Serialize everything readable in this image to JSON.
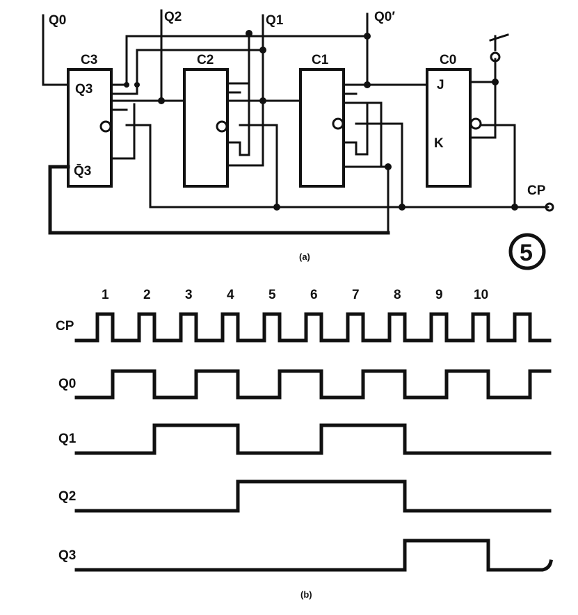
{
  "circuit": {
    "top_labels": {
      "q0": "Q0",
      "q2": "Q2",
      "q1": "Q1",
      "q0p": "Q0′"
    },
    "blocks": [
      "C3",
      "C2",
      "C1",
      "C0"
    ],
    "pins": {
      "c3_q": "Q3",
      "c3_qbar": "Q̄3",
      "c0_j": "J",
      "c0_k": "K"
    },
    "cp_label": "CP",
    "caption": "(a)"
  },
  "figure_number": "5",
  "timing": {
    "pulse_numbers": [
      "1",
      "2",
      "3",
      "4",
      "5",
      "6",
      "7",
      "8",
      "9",
      "10"
    ],
    "signals": [
      {
        "name": "CP",
        "transitions": [
          0,
          1,
          0,
          1,
          0,
          1,
          0,
          1,
          0,
          1,
          0,
          1,
          0,
          1,
          0,
          1,
          0,
          1,
          0,
          1,
          0,
          1
        ]
      },
      {
        "name": "Q0"
      },
      {
        "name": "Q1"
      },
      {
        "name": "Q2"
      },
      {
        "name": "Q3"
      }
    ],
    "caption": "(b)"
  }
}
